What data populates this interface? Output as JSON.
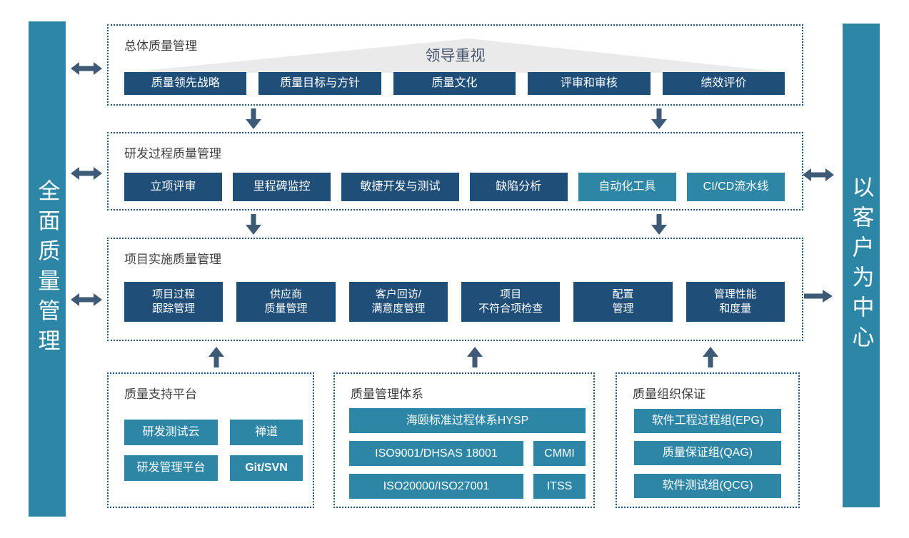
{
  "colors": {
    "navy": "#1F4E79",
    "teal": "#2E86A6",
    "arrow": "#3D5A77",
    "dotted_border": "#24527E",
    "triangle_gray": "#EAEAEA",
    "title_text": "#3F3F3F",
    "banner_text": "#44546A"
  },
  "left_bar": {
    "label": "全面质量管理"
  },
  "right_bar": {
    "label": "以客户为中心"
  },
  "overall": {
    "title": "总体质量管理",
    "banner": "领导重视",
    "items": [
      "质量领先战略",
      "质量目标与方针",
      "质量文化",
      "评审和审核",
      "绩效评价"
    ]
  },
  "rd": {
    "title": "研发过程质量管理",
    "items": [
      "立项评审",
      "里程碑监控",
      "敏捷开发与测试",
      "缺陷分析",
      "自动化工具",
      "CI/CD流水线"
    ]
  },
  "project": {
    "title": "项目实施质量管理",
    "items": [
      {
        "l1": "项目过程",
        "l2": "跟踪管理"
      },
      {
        "l1": "供应商",
        "l2": "质量管理"
      },
      {
        "l1": "客户回访/",
        "l2": "满意度管理"
      },
      {
        "l1": "项目",
        "l2": "不符合项检查"
      },
      {
        "l1": "配置",
        "l2": "管理"
      },
      {
        "l1": "管理性能",
        "l2": "和度量"
      }
    ]
  },
  "support": {
    "title": "质量支持平台",
    "items": [
      "研发测试云",
      "禅道",
      "研发管理平台",
      "Git/SVN"
    ]
  },
  "system": {
    "title": "质量管理体系",
    "main_item": "海颐标准过程体系HYSP",
    "items": [
      "ISO9001/DHSAS 18001",
      "CMMI",
      "ISO20000/ISO27001",
      "ITSS"
    ]
  },
  "org": {
    "title": "质量组织保证",
    "items": [
      "软件工程过程组(EPG)",
      "质量保证组(QAG)",
      "软件测试组(QCG)"
    ]
  }
}
